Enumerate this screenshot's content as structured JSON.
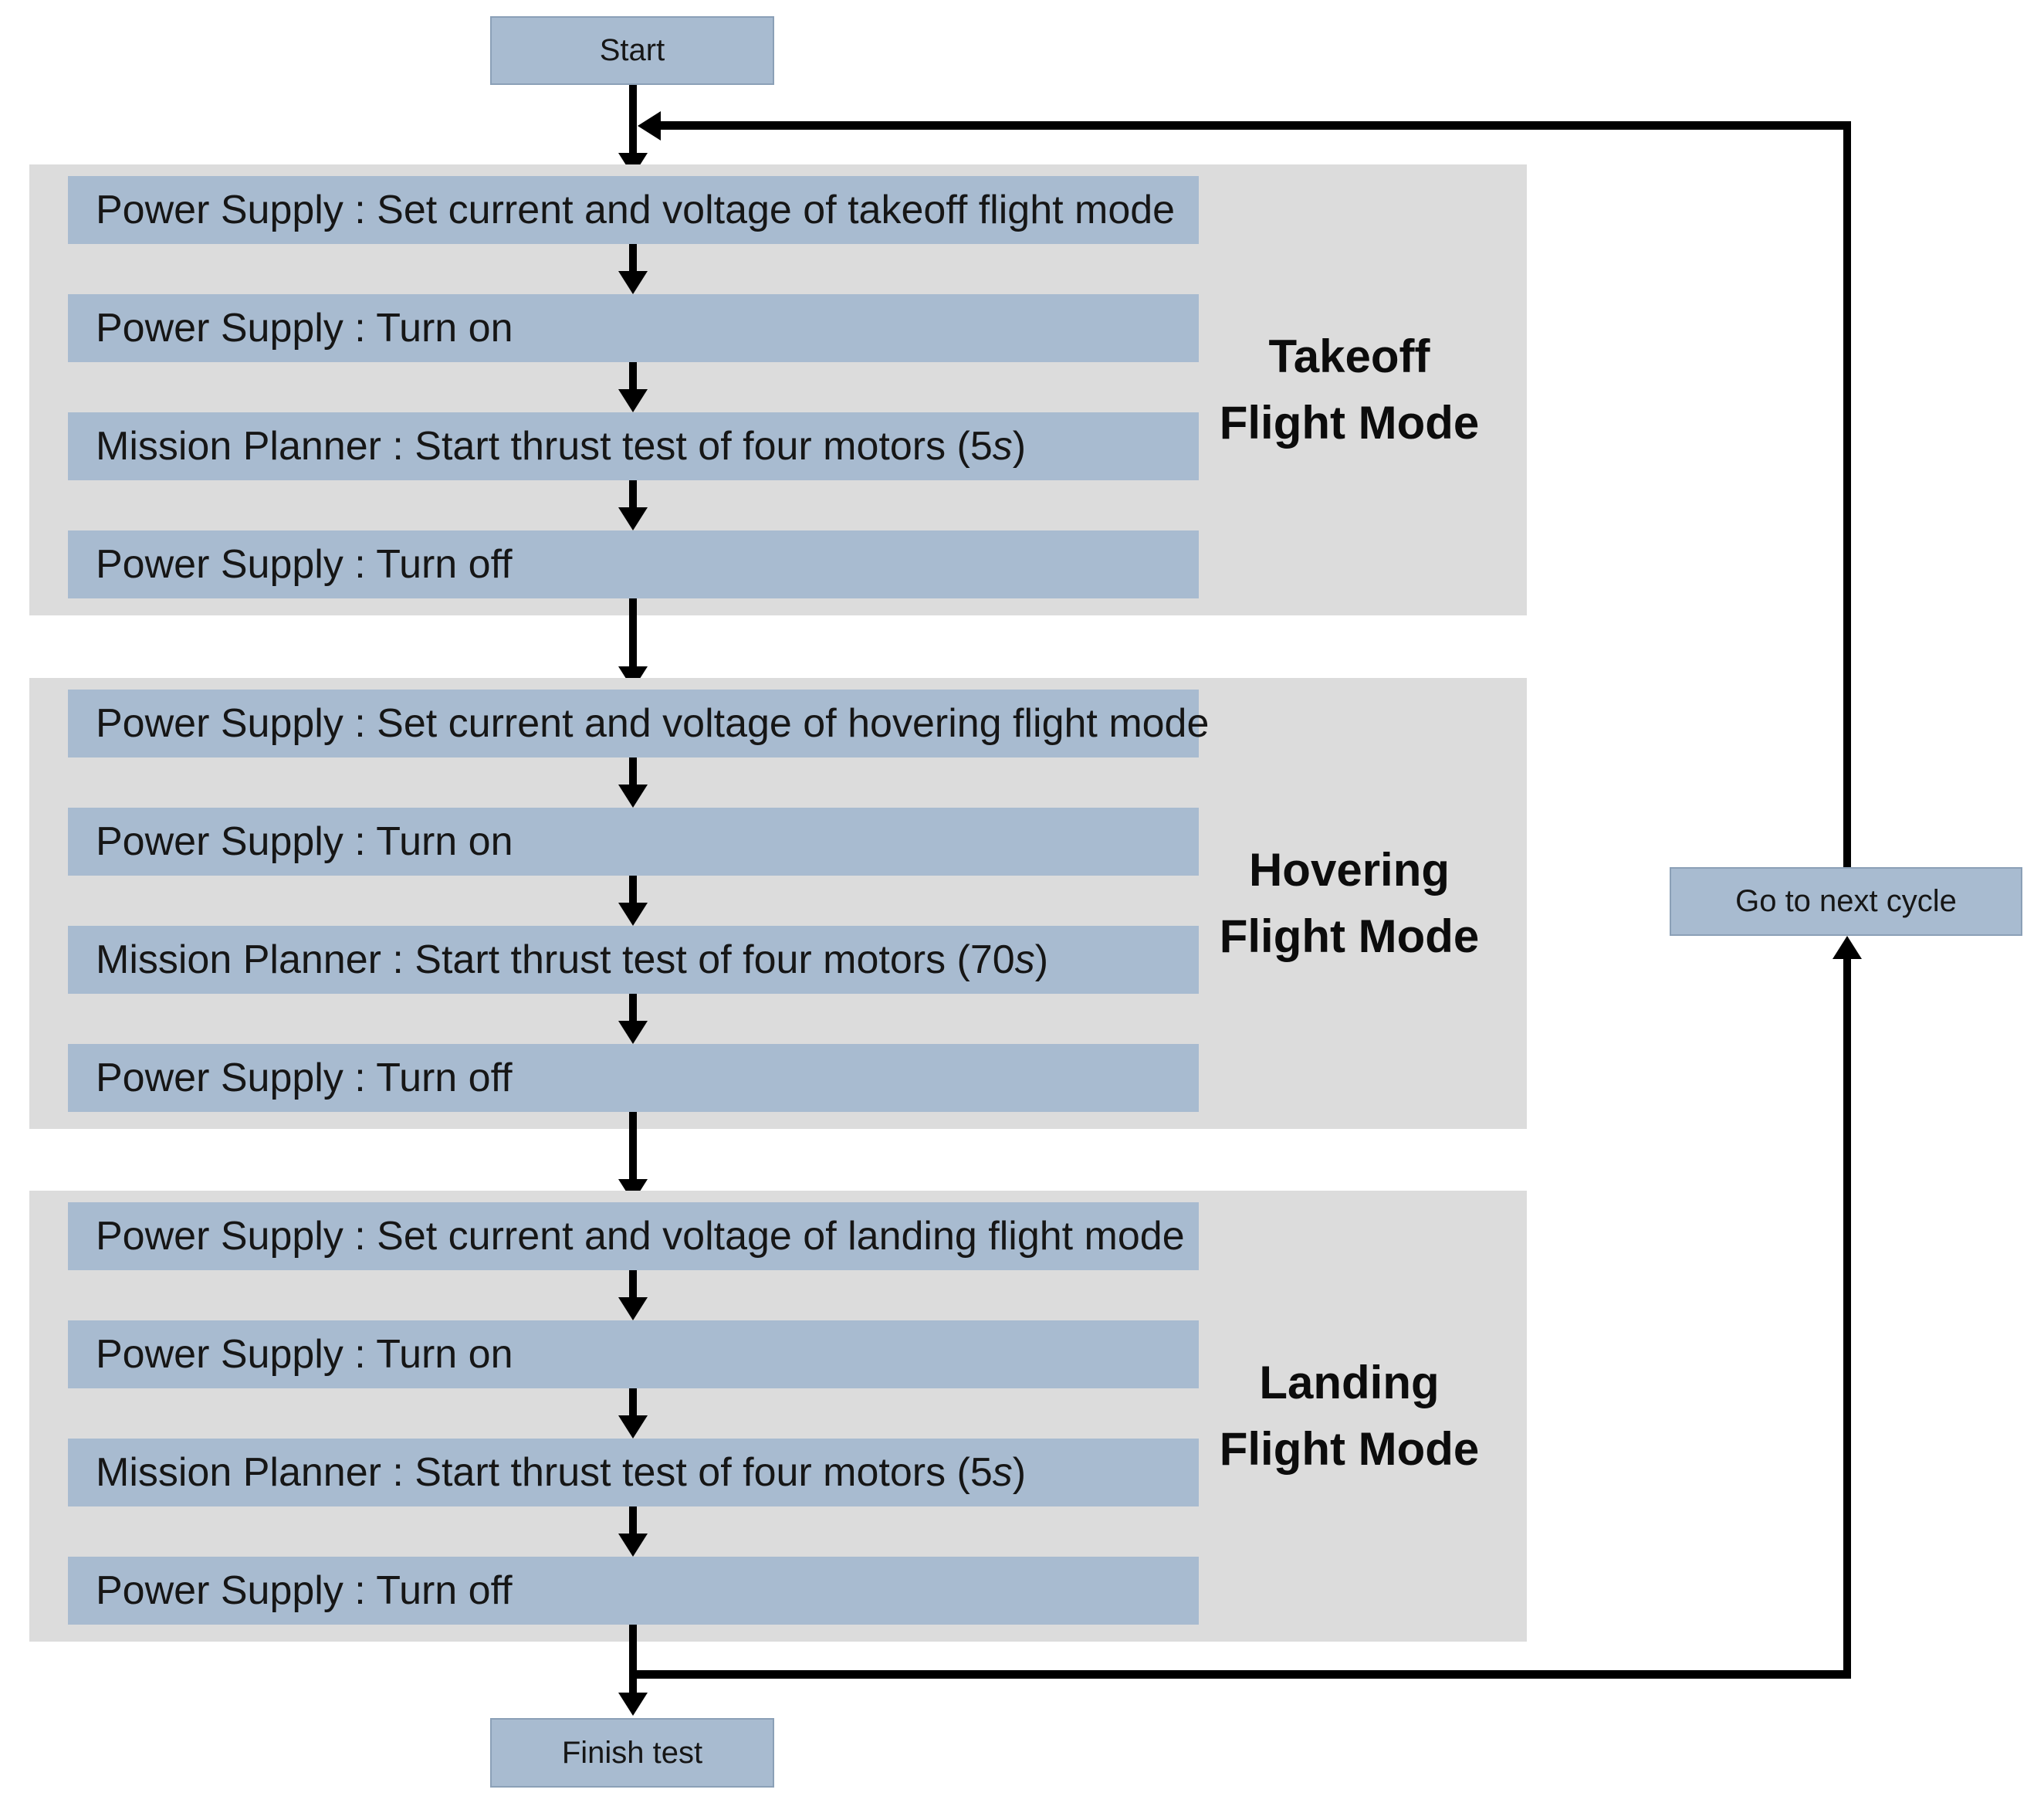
{
  "nodes": {
    "start": "Start",
    "finish": "Finish test",
    "next_cycle": "Go to next cycle"
  },
  "groups": [
    {
      "mode_label": [
        "Takeoff",
        "Flight Mode"
      ],
      "steps": [
        "Power Supply : Set current and voltage of takeoff flight mode",
        "Power Supply : Turn on",
        "Mission Planner : Start thrust test of four motors (5 s)",
        "Power Supply : Turn off"
      ]
    },
    {
      "mode_label": [
        "Hovering",
        "Flight Mode"
      ],
      "steps": [
        "Power Supply : Set current and voltage of hovering flight mode",
        "Power Supply : Turn on",
        "Mission Planner : Start thrust test of four motors (70 s)",
        "Power Supply : Turn off"
      ]
    },
    {
      "mode_label": [
        "Landing",
        "Flight Mode"
      ],
      "steps": [
        "Power Supply : Set current and voltage of landing flight mode",
        "Power Supply : Turn on",
        "Mission Planner : Start thrust test of four motors (5 s)",
        "Power Supply : Turn off"
      ]
    }
  ],
  "colors": {
    "node_fill": "#a8bbd0",
    "group_fill": "#dcdcdc",
    "line": "#000000"
  }
}
